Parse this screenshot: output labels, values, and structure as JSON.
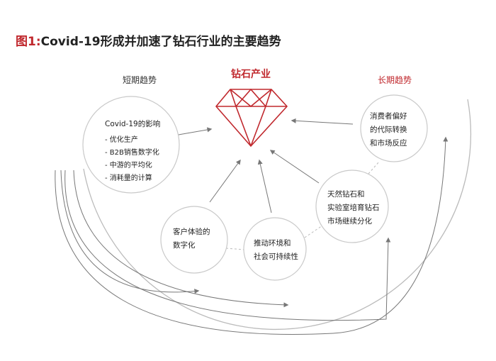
{
  "header": {
    "title_prefix": "图1:",
    "title_main": "Covid-19形成并加速了钻石行业的主要趋势"
  },
  "labels": {
    "short_term": "短期趋势",
    "long_term": "长期趋势",
    "center": "钻石产业"
  },
  "nodes": {
    "covid": {
      "title": "Covid-19的影响",
      "items": [
        "- 优化生产",
        "- B2B销售数字化",
        "- 中游的平均化",
        "- 消耗量的计算"
      ]
    },
    "customer": {
      "line1": "客户体验的",
      "line2": "数字化"
    },
    "sustainability": {
      "line1": "推动环境和",
      "line2": "社会可持续性"
    },
    "lab": {
      "line1": "天然钻石和",
      "line2": "实验室培育钻石",
      "line3": "市场继续分化"
    },
    "consumer": {
      "line1": "消费者偏好",
      "line2": "的代际转换",
      "line3": "和市场反应"
    }
  },
  "colors": {
    "accent": "#c0282d",
    "circle_fill": "#ffffff",
    "circle_stroke": "#c9c9c9",
    "arrow": "#777777"
  }
}
